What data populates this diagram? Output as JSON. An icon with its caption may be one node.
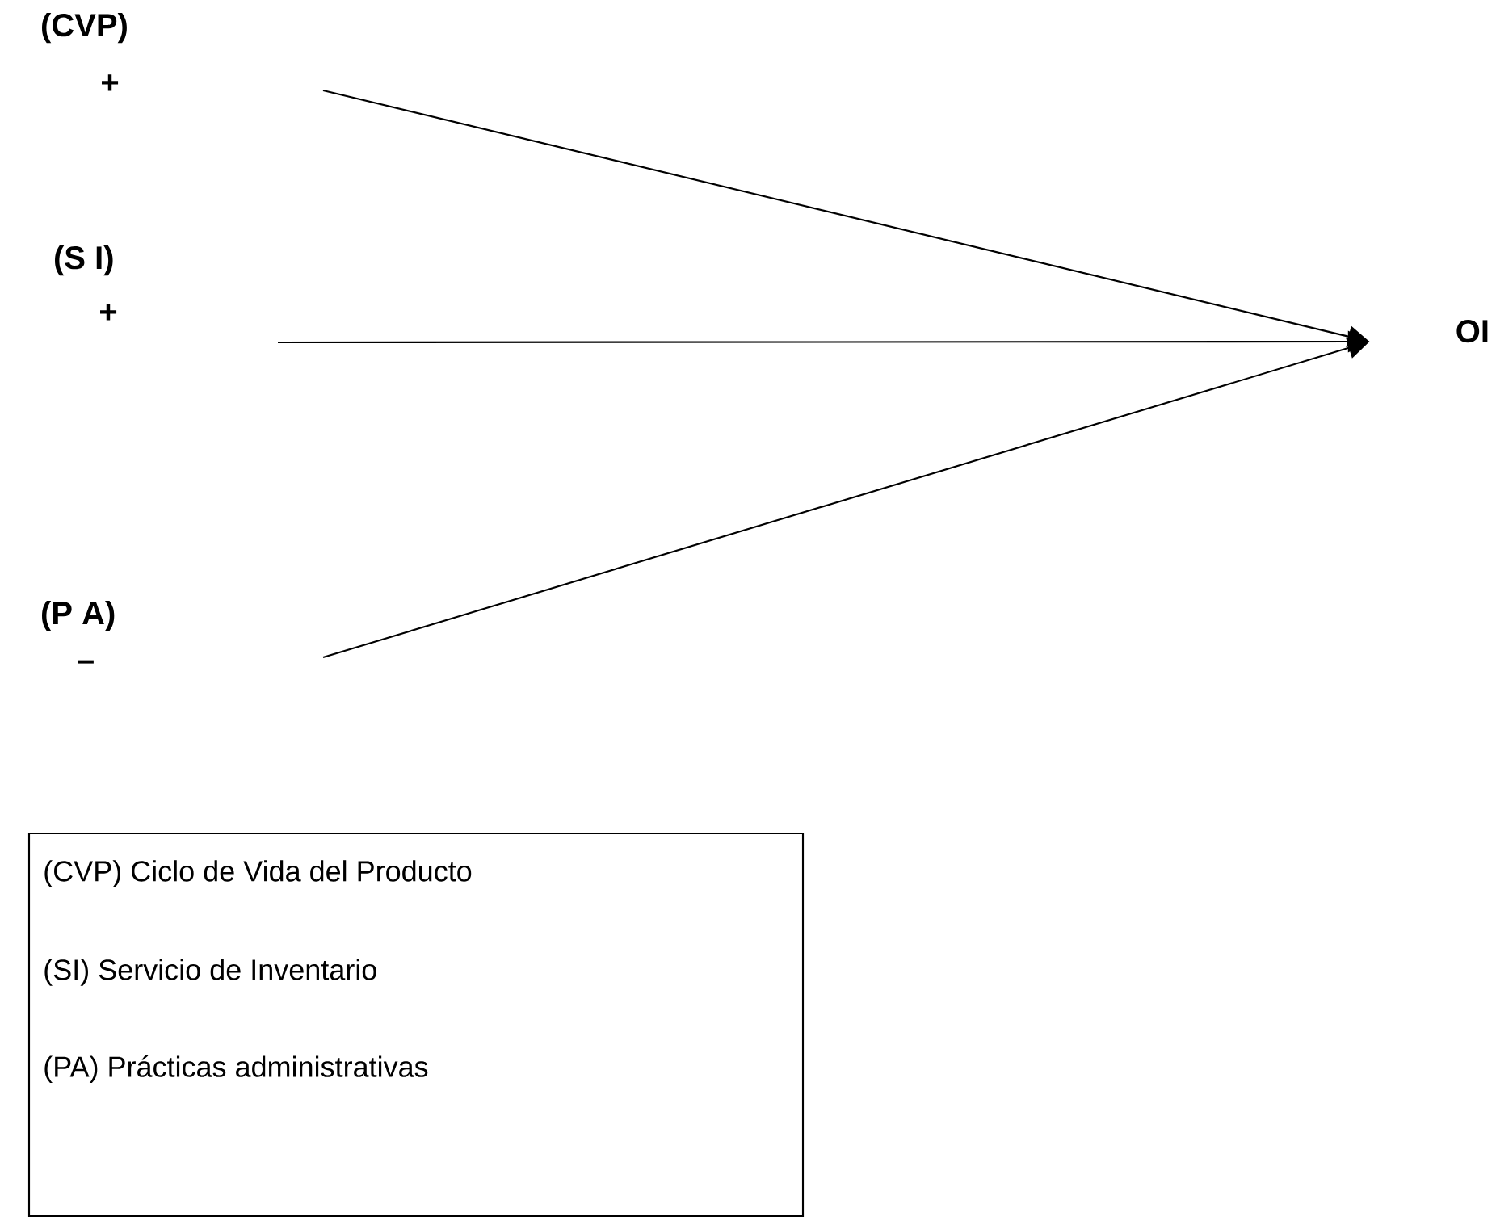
{
  "diagram": {
    "nodes": [
      {
        "text": [
          "(CVP)"
        ],
        "beside": [
          "+"
        ]
      },
      {
        "text": [
          "(S I)"
        ],
        "beside": [
          "+"
        ]
      },
      {
        "text": [
          "(P A)"
        ],
        "beside": [
          "–"
        ]
      },
      {
        "text": [
          "OI"
        ]
      },
      {
        "text": [
          "(CVP) Ciclo de Vida del Producto",
          "(SI) Servicio de Inventario",
          "(PA) Prácticas administrativas"
        ]
      }
    ],
    "edges": [
      {
        "from": null,
        "to": 3,
        "arrow": "to"
      },
      {
        "from": null,
        "to": 3,
        "arrow": "to"
      },
      {
        "from": null,
        "to": 3,
        "arrow": "to"
      }
    ]
  }
}
